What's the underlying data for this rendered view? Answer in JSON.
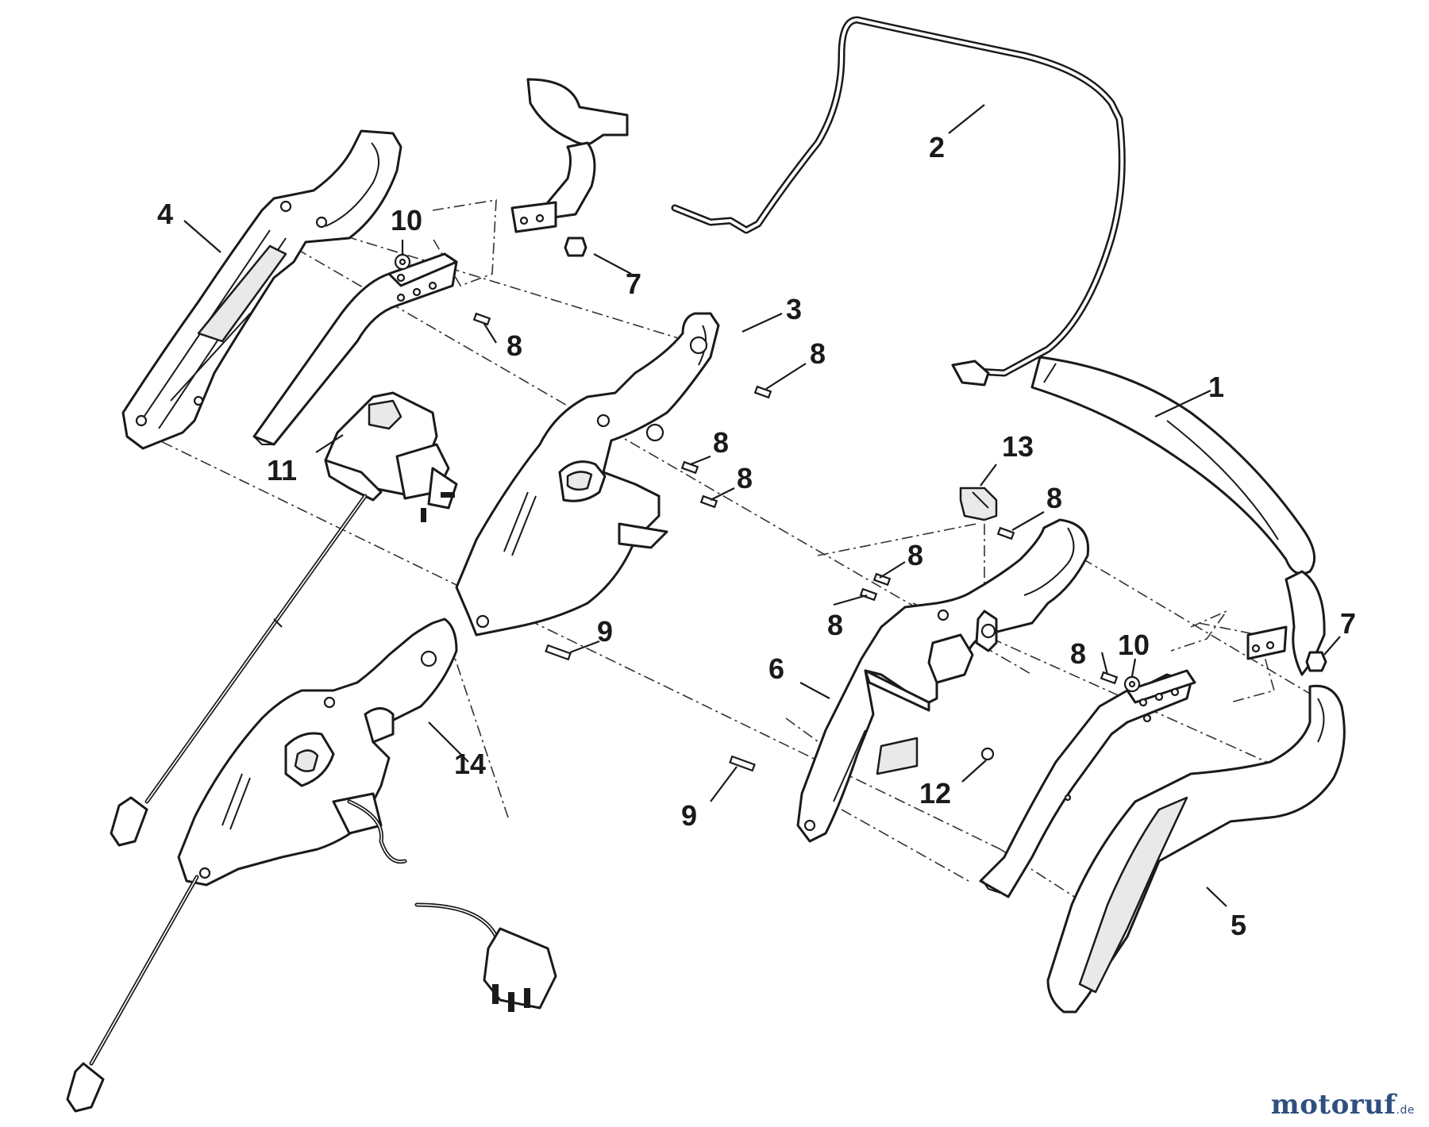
{
  "diagram": {
    "callouts": [
      {
        "id": "c1",
        "label": "1"
      },
      {
        "id": "c2",
        "label": "2"
      },
      {
        "id": "c3",
        "label": "3"
      },
      {
        "id": "c4",
        "label": "4"
      },
      {
        "id": "c5",
        "label": "5"
      },
      {
        "id": "c6",
        "label": "6"
      },
      {
        "id": "c7a",
        "label": "7"
      },
      {
        "id": "c7b",
        "label": "7"
      },
      {
        "id": "c8a",
        "label": "8"
      },
      {
        "id": "c8b",
        "label": "8"
      },
      {
        "id": "c8c",
        "label": "8"
      },
      {
        "id": "c8d",
        "label": "8"
      },
      {
        "id": "c8e",
        "label": "8"
      },
      {
        "id": "c8f",
        "label": "8"
      },
      {
        "id": "c8g",
        "label": "8"
      },
      {
        "id": "c8h",
        "label": "8"
      },
      {
        "id": "c9a",
        "label": "9"
      },
      {
        "id": "c9b",
        "label": "9"
      },
      {
        "id": "c10a",
        "label": "10"
      },
      {
        "id": "c10b",
        "label": "10"
      },
      {
        "id": "c11",
        "label": "11"
      },
      {
        "id": "c12",
        "label": "12"
      },
      {
        "id": "c13",
        "label": "13"
      },
      {
        "id": "c14",
        "label": "14"
      }
    ]
  },
  "watermark": {
    "name": "motoruf",
    "tld": ".de"
  }
}
